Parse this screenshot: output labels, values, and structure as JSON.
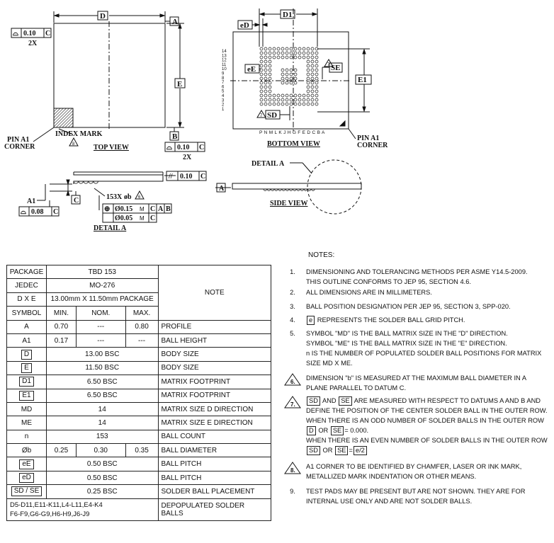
{
  "drawing": {
    "top_view": {
      "title": "TOP VIEW",
      "dim_d": "D",
      "dim_e": "E",
      "datum_a": "A",
      "datum_b": "B",
      "index_mark": "INDEX MARK",
      "index_note": "8",
      "pin_a1": [
        "PIN A1",
        "CORNER"
      ],
      "tol_left": {
        "symbol": "⌓",
        "value": "0.10",
        "datum": "C",
        "mult": "2X"
      },
      "tol_right": {
        "symbol": "⌓",
        "value": "0.10",
        "datum": "C",
        "mult": "2X"
      }
    },
    "bottom_view": {
      "title": "BOTTOM VIEW",
      "dim_ed": "eD",
      "dim_d1": "D1",
      "dim_ee": "eE",
      "dim_se": "SE",
      "dim_e1": "E1",
      "dim_sd": "SD",
      "note_ref": "7",
      "row_numbers": [
        "14",
        "13",
        "12",
        "11",
        "10",
        "9",
        "8",
        "7",
        "6",
        "5",
        "4",
        "3",
        "2",
        "1"
      ],
      "col_letters": "P N M L K J H G F E D C B A",
      "pin_a1": [
        "PIN A1",
        "CORNER"
      ]
    },
    "side_view": {
      "title": "SIDE VIEW",
      "detail_a": "DETAIL A",
      "datum_a": "A"
    },
    "detail_a": {
      "title": "DETAIL A",
      "a1": "A1",
      "datum_c": "C",
      "balls": "153X",
      "ball_sym": "øb",
      "note_ref": "6",
      "parallel_tol": {
        "symbol": "//",
        "value": "0.10",
        "datum": "C"
      },
      "flat_tol": {
        "symbol": "⌓",
        "value": "0.08",
        "datum": "C"
      },
      "pos_tol_1": {
        "symbol": "⊕",
        "value": "Ø0.15",
        "mod": "M",
        "datums": [
          "C",
          "A",
          "B"
        ]
      },
      "pos_tol_2": {
        "value": "Ø0.05",
        "mod": "M",
        "datums": [
          "C"
        ]
      }
    }
  },
  "spec_table": {
    "package_label": "PACKAGE",
    "package_value": "TBD 153",
    "jedec_label": "JEDEC",
    "jedec_value": "MO-276",
    "dxe_label": "D X E",
    "dxe_value": "13.00mm X 11.50mm PACKAGE",
    "note_header": "NOTE",
    "headers": [
      "SYMBOL",
      "MIN.",
      "NOM.",
      "MAX."
    ],
    "rows": [
      {
        "symbol": "A",
        "min": "0.70",
        "nom": "---",
        "max": "0.80",
        "note": "PROFILE"
      },
      {
        "symbol": "A1",
        "min": "0.17",
        "nom": "---",
        "max": "---",
        "note": "BALL HEIGHT"
      },
      {
        "symbol": "D",
        "value": "13.00 BSC",
        "note": "BODY SIZE"
      },
      {
        "symbol": "E",
        "value": "11.50 BSC",
        "note": "BODY SIZE"
      },
      {
        "symbol": "D1",
        "value": "6.50 BSC",
        "note": "MATRIX FOOTPRINT"
      },
      {
        "symbol": "E1",
        "value": "6.50 BSC",
        "note": "MATRIX FOOTPRINT"
      },
      {
        "symbol": "MD",
        "value": "14",
        "note": "MATRIX SIZE D DIRECTION"
      },
      {
        "symbol": "ME",
        "value": "14",
        "note": "MATRIX SIZE E DIRECTION"
      },
      {
        "symbol": "n",
        "value": "153",
        "note": "BALL COUNT"
      },
      {
        "symbol": "Øb",
        "min": "0.25",
        "nom": "0.30",
        "max": "0.35",
        "note": "BALL DIAMETER"
      },
      {
        "symbol": "eE",
        "value": "0.50 BSC",
        "note": "BALL PITCH"
      },
      {
        "symbol": "eD",
        "value": "0.50 BSC",
        "note": "BALL PITCH"
      },
      {
        "symbol": "SD / SE",
        "value": "0.25 BSC",
        "note": "SOLDER BALL PLACEMENT"
      }
    ],
    "depop_value": [
      "D5-D11,E11-K11,L4-L11,E4-K4",
      "F6-F9,G6-G9,H6-H9,J6-J9"
    ],
    "depop_note": "DEPOPULATED SOLDER BALLS"
  },
  "notes": {
    "title": "NOTES:",
    "items": [
      {
        "num": "1.",
        "lines": [
          "DIMENSIONING AND TOLERANCING METHODS PER ASME Y14.5-2009.",
          "THIS OUTLINE CONFORMS TO JEP 95, SECTION 4.6."
        ]
      },
      {
        "num": "2.",
        "lines": [
          "ALL DIMENSIONS ARE IN MILLIMETERS."
        ]
      },
      {
        "num": "3.",
        "lines": [
          "BALL POSITION DESIGNATION PER JEP 95, SECTION 3, SPP-020."
        ]
      },
      {
        "num": "4.",
        "box": "e",
        "lines": [
          "REPRESENTS THE SOLDER BALL GRID PITCH."
        ]
      },
      {
        "num": "5.",
        "lines": [
          "SYMBOL \"MD\" IS THE BALL MATRIX SIZE IN THE \"D\" DIRECTION.",
          "SYMBOL \"ME\" IS THE BALL MATRIX SIZE IN THE \"E\" DIRECTION.",
          "n IS THE NUMBER OF POPULATED SOLDER BALL POSITIONS FOR MATRIX",
          "SIZE MD X ME."
        ]
      },
      {
        "num": "6.",
        "tri": true,
        "lines": [
          "DIMENSION \"b\" IS MEASURED AT THE MAXIMUM BALL DIAMETER IN A",
          "PLANE PARALLEL TO DATUM C."
        ]
      },
      {
        "num": "7.",
        "tri": true,
        "sd": "SD",
        "and": "AND",
        "se": "SE",
        "lines": [
          "ARE MEASURED WITH RESPECT TO DATUMS A AND B AND",
          "DEFINE THE POSITION OF THE CENTER SOLDER BALL IN THE OUTER ROW.",
          "WHEN THERE IS AN ODD NUMBER OF SOLDER BALLS IN THE OUTER ROW",
          "= 0.000.",
          "WHEN THERE IS AN EVEN NUMBER OF SOLDER BALLS IN THE OUTER ROW"
        ],
        "odd_d": "D",
        "or": "OR",
        "odd_se": "SE",
        "even_sd": "SD",
        "even_or": "OR",
        "even_se": "SE",
        "even_val": "e/2"
      },
      {
        "num": "8.",
        "tri": true,
        "lines": [
          "A1 CORNER TO BE IDENTIFIED BY CHAMFER, LASER OR INK MARK,",
          "METALLIZED MARK INDENTATION OR OTHER MEANS."
        ]
      },
      {
        "num": "9.",
        "lines": [
          "TEST PADS MAY BE PRESENT BUT ARE NOT SHOWN. THEY ARE FOR",
          "INTERNAL USE ONLY AND ARE NOT SOLDER BALLS."
        ]
      }
    ]
  }
}
